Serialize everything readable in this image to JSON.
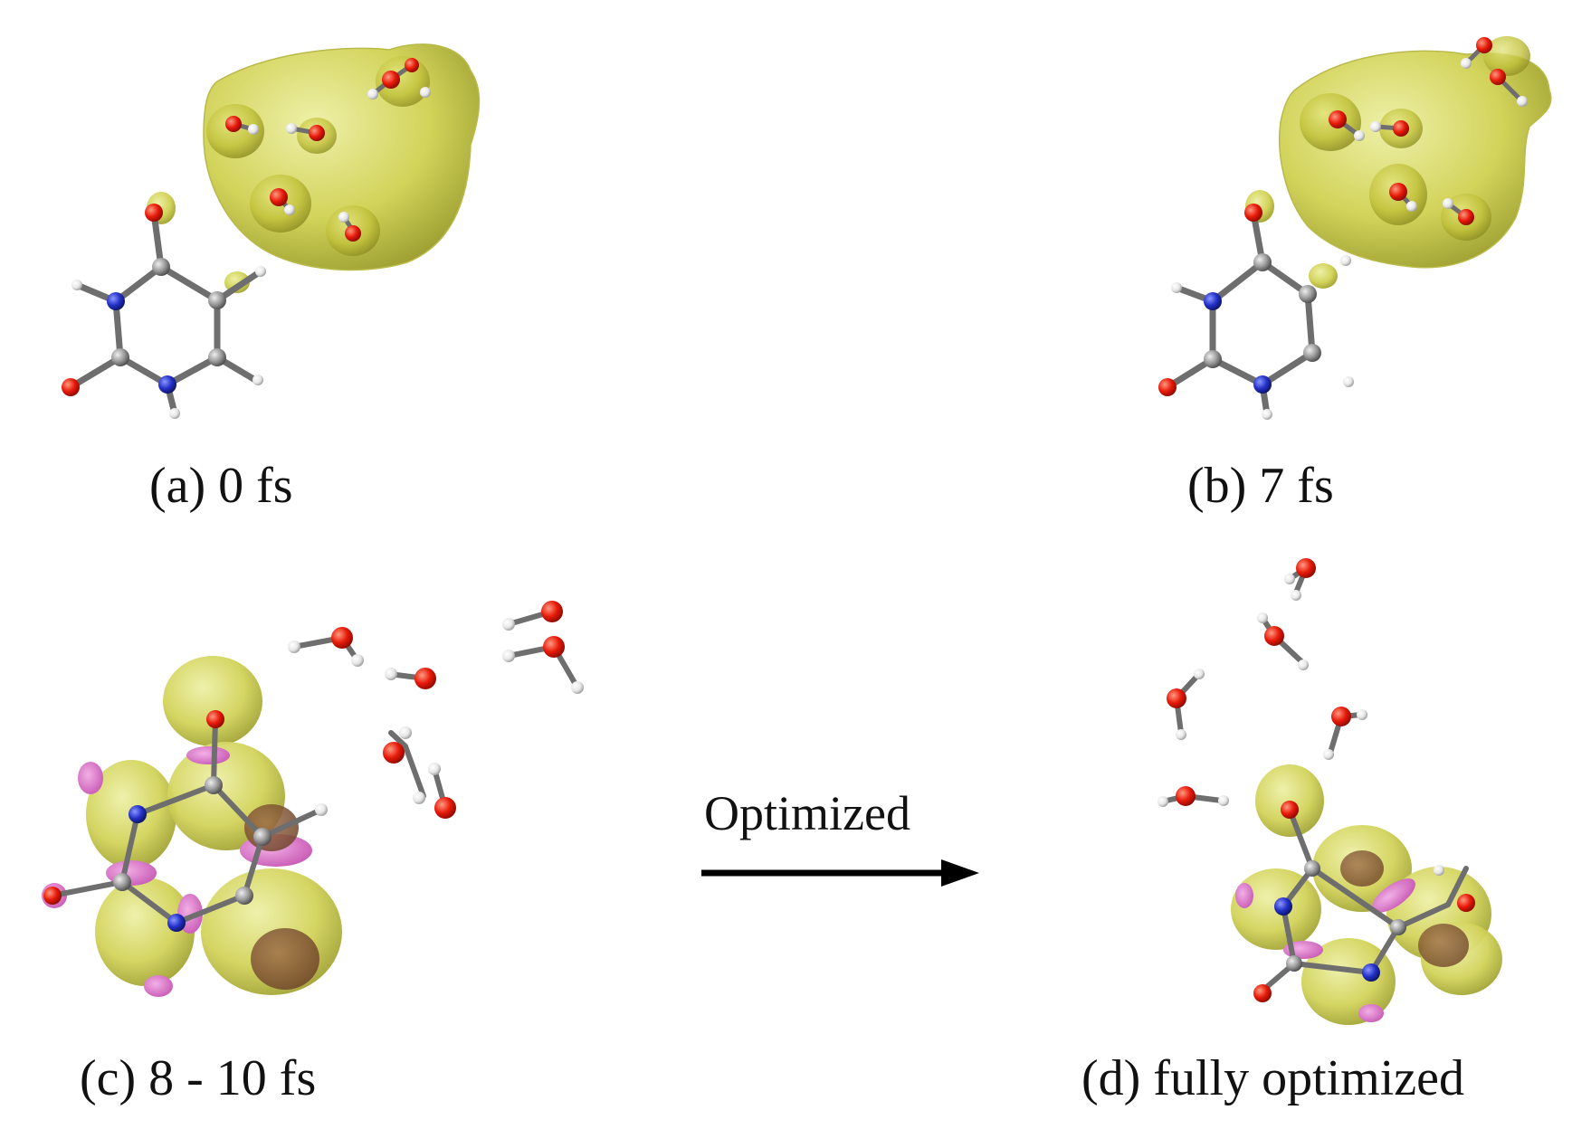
{
  "panels": [
    {
      "id": "a",
      "caption": "(a) 0 fs"
    },
    {
      "id": "b",
      "caption": "(b) 7 fs"
    },
    {
      "id": "c",
      "caption": "(c) 8 - 10 fs"
    },
    {
      "id": "d",
      "caption": "(d) fully optimized"
    }
  ],
  "arrow": {
    "label": "Optimized"
  },
  "colors": {
    "oxygen": "#e81a0a",
    "nitrogen": "#2330c8",
    "carbon": "#9a9a9a",
    "hydrogen": "#f2f2f2",
    "isosurface_positive": "#d2d35a",
    "isosurface_negative": "#d877c6",
    "bond": "#6e6e6e"
  }
}
